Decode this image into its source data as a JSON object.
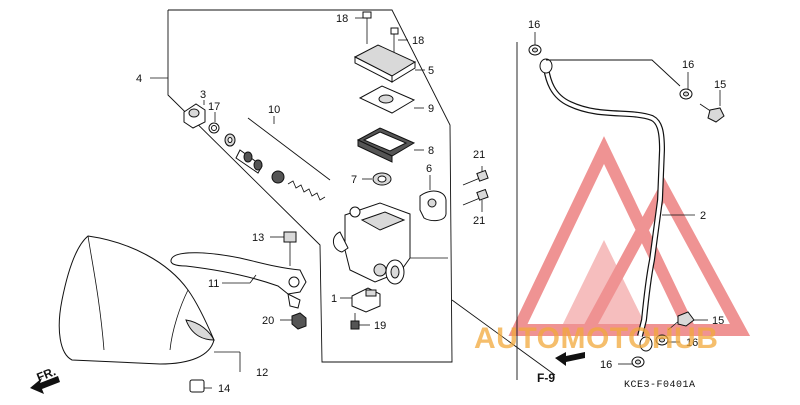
{
  "diagram": {
    "callouts": [
      {
        "id": "c18a",
        "text": "18"
      },
      {
        "id": "c18b",
        "text": "18"
      },
      {
        "id": "c5",
        "text": "5"
      },
      {
        "id": "c9",
        "text": "9"
      },
      {
        "id": "c8",
        "text": "8"
      },
      {
        "id": "c7",
        "text": "7"
      },
      {
        "id": "c6",
        "text": "6"
      },
      {
        "id": "c21a",
        "text": "21"
      },
      {
        "id": "c21b",
        "text": "21"
      },
      {
        "id": "c4",
        "text": "4"
      },
      {
        "id": "c3",
        "text": "3"
      },
      {
        "id": "c17",
        "text": "17"
      },
      {
        "id": "c10",
        "text": "10"
      },
      {
        "id": "c13",
        "text": "13"
      },
      {
        "id": "c11",
        "text": "11"
      },
      {
        "id": "c1",
        "text": "1"
      },
      {
        "id": "c19",
        "text": "19"
      },
      {
        "id": "c20",
        "text": "20"
      },
      {
        "id": "c12",
        "text": "12"
      },
      {
        "id": "c14",
        "text": "14"
      },
      {
        "id": "c16a",
        "text": "16"
      },
      {
        "id": "c16b",
        "text": "16"
      },
      {
        "id": "c15a",
        "text": "15"
      },
      {
        "id": "c2",
        "text": "2"
      },
      {
        "id": "c15b",
        "text": "15"
      },
      {
        "id": "c16c",
        "text": "16"
      },
      {
        "id": "c16d",
        "text": "16"
      }
    ],
    "front_label": "FR.",
    "figure_ref": "F-9",
    "drawing_code": "KCE3-F0401A"
  },
  "watermark": {
    "text": "AUTOMOTOHUB",
    "color_red": "#e23b3b",
    "color_orange": "#f2a93b"
  }
}
